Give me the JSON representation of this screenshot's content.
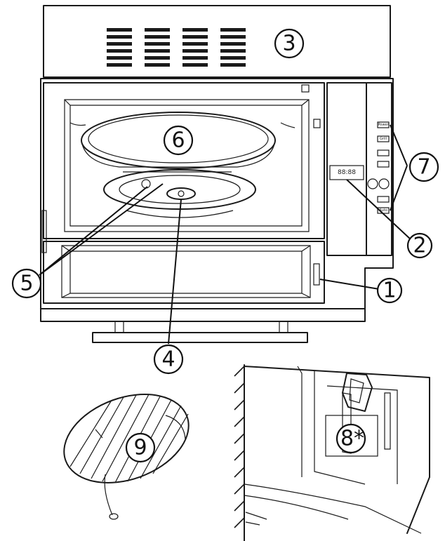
{
  "diagram": {
    "callouts": [
      {
        "id": "1",
        "label": "1"
      },
      {
        "id": "2",
        "label": "2"
      },
      {
        "id": "3",
        "label": "3"
      },
      {
        "id": "4",
        "label": "4"
      },
      {
        "id": "5",
        "label": "5"
      },
      {
        "id": "6",
        "label": "6"
      },
      {
        "id": "7",
        "label": "7"
      },
      {
        "id": "8",
        "label": "8*"
      },
      {
        "id": "9",
        "label": "9"
      }
    ],
    "control_panel": {
      "display_text": "88:88",
      "buttons": [
        "Power",
        "Grill",
        "",
        "",
        "",
        "Auto"
      ]
    }
  }
}
